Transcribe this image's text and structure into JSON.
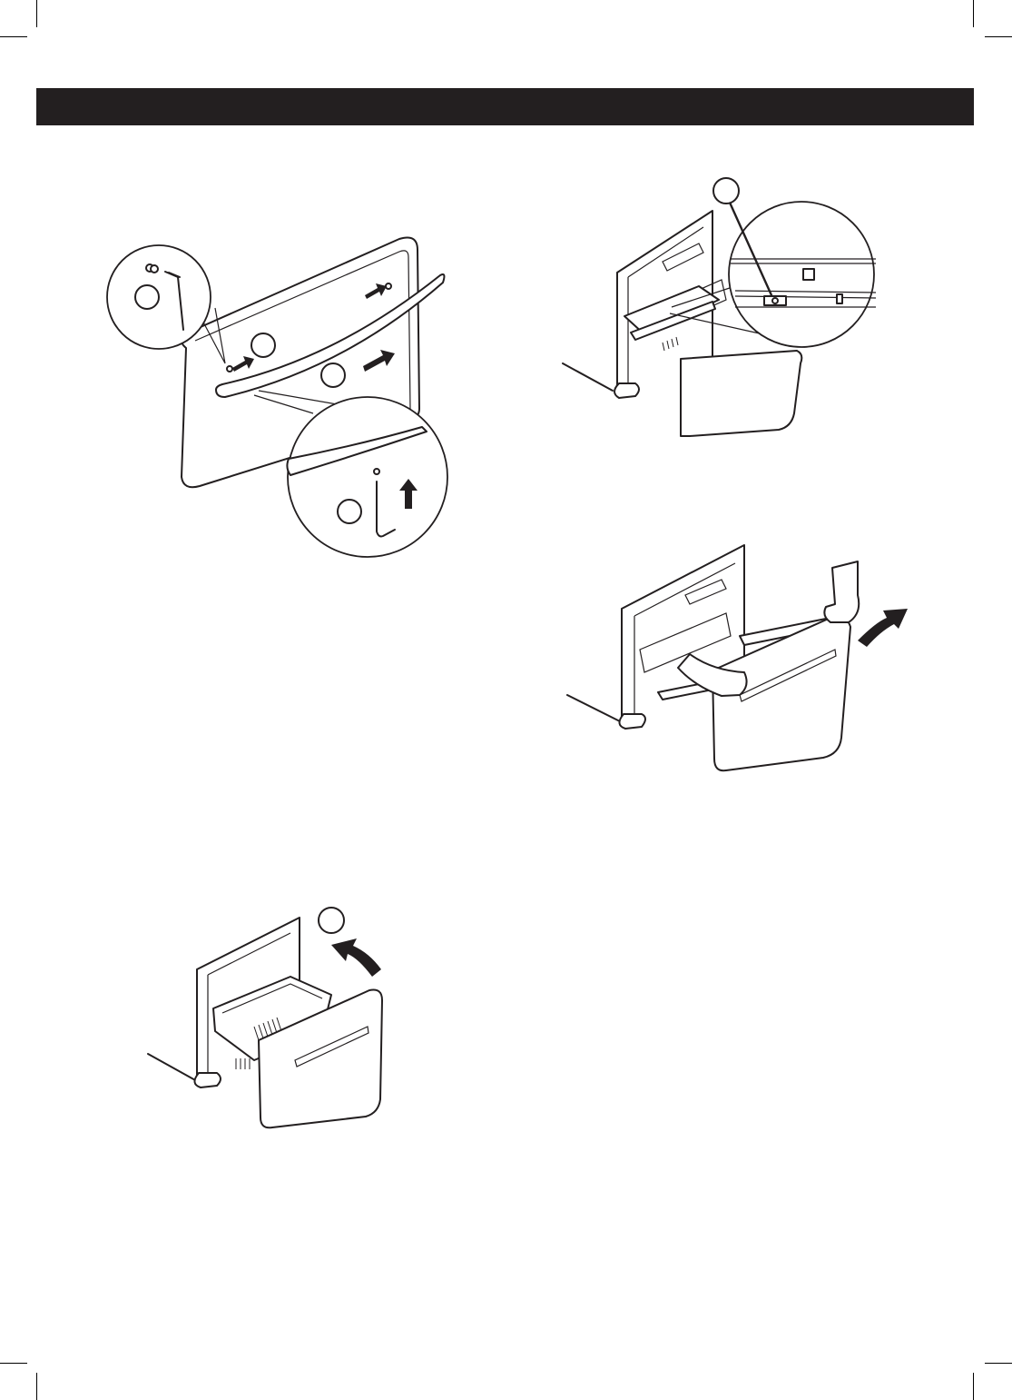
{
  "header": {
    "title": ""
  },
  "figures": [
    {
      "id": "handle-installation",
      "callouts": [
        "",
        "",
        "",
        ""
      ]
    },
    {
      "id": "drawer-rail-detail",
      "callouts": [
        ""
      ]
    },
    {
      "id": "drawer-removal-hands",
      "callouts": []
    },
    {
      "id": "basket-removal",
      "callouts": [
        ""
      ]
    }
  ],
  "colors": {
    "ink": "#231f20",
    "paper": "#ffffff",
    "header_bar": "#231f20"
  },
  "icons": [
    "arrow-icon",
    "hex-key-icon",
    "screw-icon"
  ]
}
